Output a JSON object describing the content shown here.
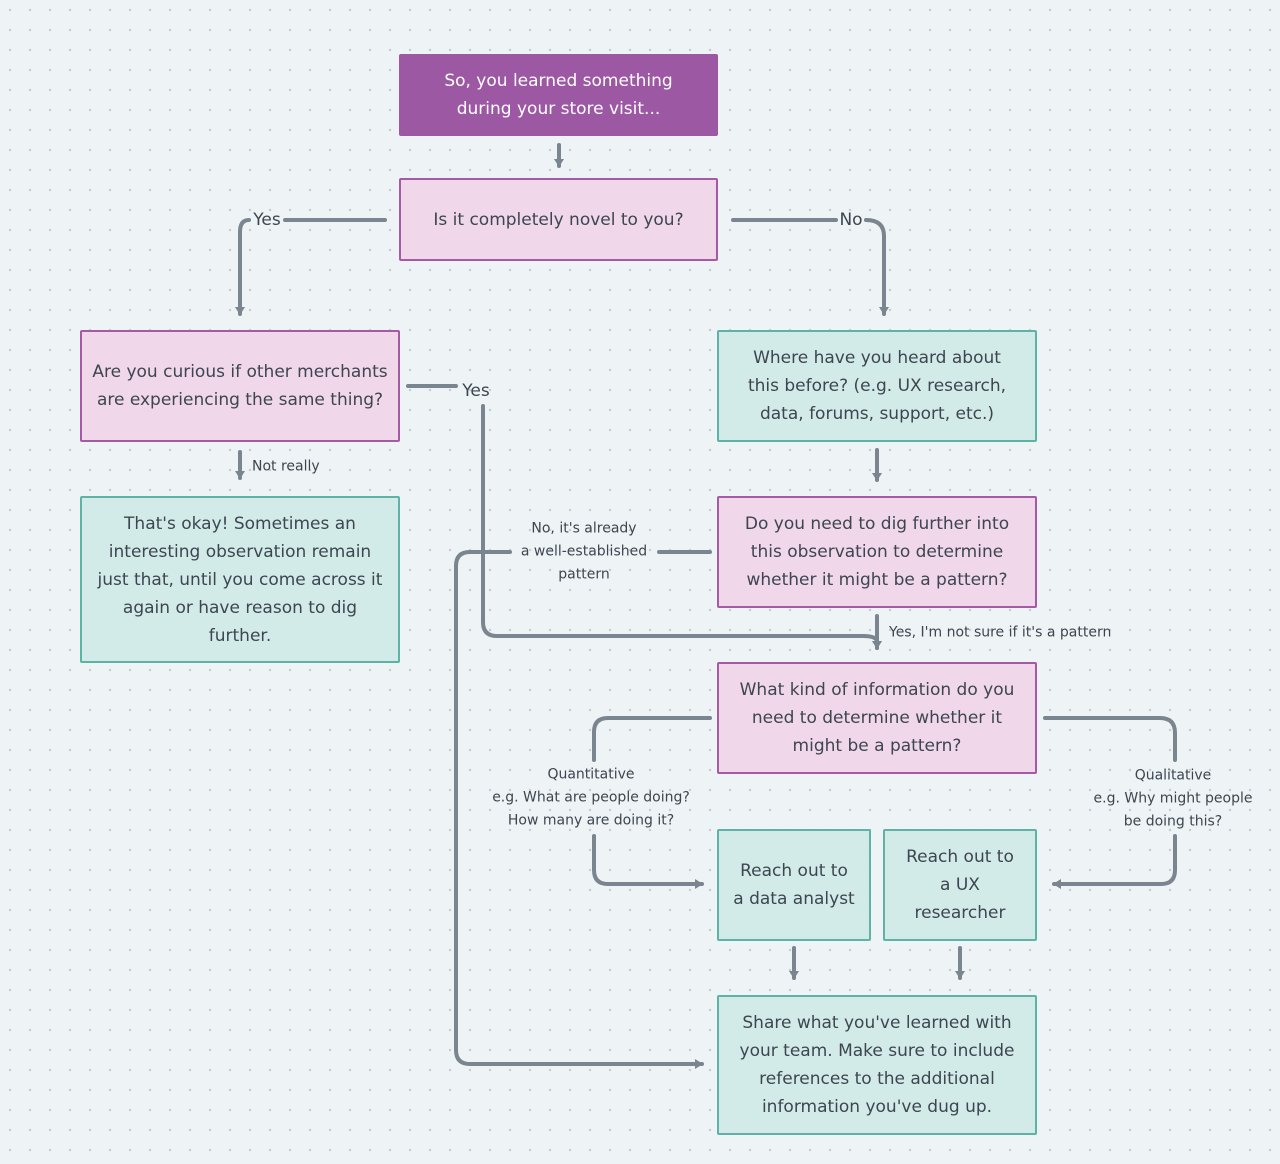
{
  "nodes": {
    "start": "So, you learned something during your store visit...",
    "novel": "Is it completely novel to you?",
    "curious": "Are you curious if other merchants are experiencing the same thing?",
    "okay": "That's okay! Sometimes an interesting observation remain just that, until you come across it again or have reason to dig further.",
    "heard": "Where have you heard about this before? (e.g. UX research, data, forums, support, etc.)",
    "dig": "Do you need to dig further into this observation to determine whether it might be a pattern?",
    "kind": "What kind of information do you need to determine whether it might be a pattern?",
    "analyst": "Reach out to a data analyst",
    "researcher": "Reach out to a UX researcher",
    "share": "Share what you've learned with your team. Make sure to include references to the additional information you've dug up."
  },
  "edge_labels": {
    "novel_yes": "Yes",
    "novel_no": "No",
    "curious_yes": "Yes",
    "not_really": "Not really",
    "established_1": "No, it's already",
    "established_2": "a well-established",
    "established_3": "pattern",
    "not_sure": "Yes, I'm not sure if it's a pattern",
    "quant_1": "Quantitative",
    "quant_2": "e.g. What are people doing?",
    "quant_3": "How many are doing it?",
    "qual_1": "Qualitative",
    "qual_2": "e.g. Why might people",
    "qual_3": "be doing this?"
  },
  "colors": {
    "start_fill": "#9c58a3",
    "question_fill": "#f0d7ea",
    "question_border": "#a65aa6",
    "answer_fill": "#d3ebe8",
    "answer_border": "#5cb3a6",
    "connector": "#7a8590"
  }
}
